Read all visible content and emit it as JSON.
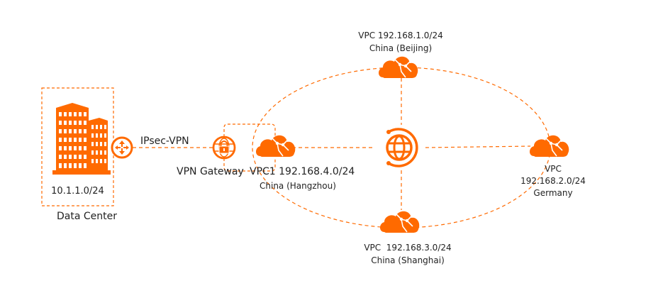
{
  "accent_color": "#ff6a00",
  "data_center": {
    "cidr": "10.1.1.0/24",
    "label": "Data Center",
    "icon": "building-icon"
  },
  "router": {
    "icon": "router-icon"
  },
  "ipsec_link": {
    "label": "IPsec-VPN"
  },
  "vpn_gateway": {
    "label": "VPN Gateway",
    "icon": "vpn-gateway-lock-globe-icon"
  },
  "vpc1": {
    "name": "VPC1 192.168.4.0/24",
    "region": "China (Hangzhou)",
    "icon": "cloud-vpc-icon"
  },
  "cen": {
    "icon": "globe-cen-icon"
  },
  "vpc_beijing": {
    "name": "VPC 192.168.1.0/24",
    "region": "China (Beijing)",
    "icon": "cloud-vpc-icon"
  },
  "vpc_germany": {
    "name_line1": "VPC",
    "name_line2": "192.168.2.0/24",
    "region": "Germany",
    "icon": "cloud-vpc-icon"
  },
  "vpc_shanghai": {
    "name": "VPC  192.168.3.0/24",
    "region": "China (Shanghai)",
    "icon": "cloud-vpc-icon"
  }
}
